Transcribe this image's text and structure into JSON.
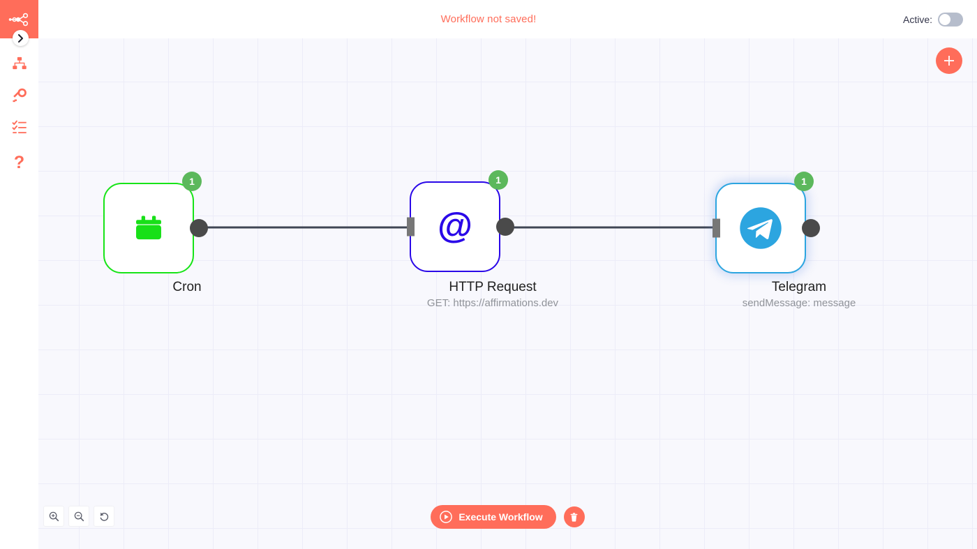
{
  "header": {
    "warning_text": "Workflow not saved!",
    "warning_color": "#ff6d5a",
    "active_label": "Active:",
    "active_toggle_state": "off"
  },
  "sidebar": {
    "logo_icon": "n8n-nodes-logo-icon",
    "expand_icon": "chevron-right-icon",
    "items": [
      {
        "name": "workflows",
        "icon": "sitemap-icon"
      },
      {
        "name": "credentials",
        "icon": "key-icon"
      },
      {
        "name": "executions",
        "icon": "tasks-list-icon"
      },
      {
        "name": "help",
        "icon": "question-mark-icon",
        "glyph": "?"
      }
    ],
    "accent_color": "#ff6d5a"
  },
  "canvas": {
    "background_color": "#f8f8fd",
    "grid_color": "#ececf8",
    "add_node_button": {
      "icon": "plus-icon",
      "color": "#ff6d5a"
    },
    "zoom_controls": [
      {
        "name": "zoom-in",
        "icon": "magnifier-plus-icon"
      },
      {
        "name": "zoom-out",
        "icon": "magnifier-minus-icon"
      },
      {
        "name": "reset-zoom",
        "icon": "undo-arrow-icon"
      }
    ]
  },
  "nodes": [
    {
      "id": "cron",
      "title": "Cron",
      "subtitle": "",
      "icon": "calendar-icon",
      "icon_color": "#18e018",
      "border_color": "#17e417",
      "badge_count": "1",
      "has_input": false,
      "has_output": true
    },
    {
      "id": "http",
      "title": "HTTP Request",
      "subtitle": "GET: https://affirmations.dev",
      "icon": "at-sign-icon",
      "icon_color": "#2a08e8",
      "border_color": "#2a08e8",
      "badge_count": "1",
      "has_input": true,
      "has_output": true
    },
    {
      "id": "telegram",
      "title": "Telegram",
      "subtitle": "sendMessage: message",
      "icon": "telegram-paper-plane-icon",
      "icon_color": "#2ca5e0",
      "border_color": "#2ca5e0",
      "badge_count": "1",
      "has_input": true,
      "has_output": true
    }
  ],
  "connections": {
    "line_color": "#3f4654",
    "endpoint_color": "#4a4a4a",
    "edges": [
      {
        "from": "cron",
        "to": "http"
      },
      {
        "from": "http",
        "to": "telegram"
      }
    ]
  },
  "run_toolbar": {
    "execute_label": "Execute Workflow",
    "execute_icon": "play-circle-icon",
    "delete_icon": "trash-icon",
    "accent_color": "#ff6d5a"
  }
}
